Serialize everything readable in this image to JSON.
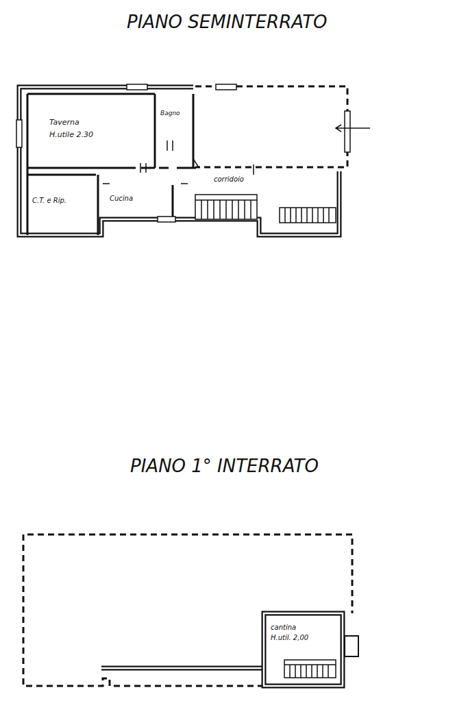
{
  "diagram": {
    "labels": [
      "PIANO SEMINTERRATO",
      "Taverna",
      "H.utile 2.30",
      "Bagno",
      "C.T. e Rip.",
      "Cucina",
      "corridoio",
      "PIANO 1° INTERRATO",
      "cantina",
      "H.util. 2,00"
    ]
  }
}
